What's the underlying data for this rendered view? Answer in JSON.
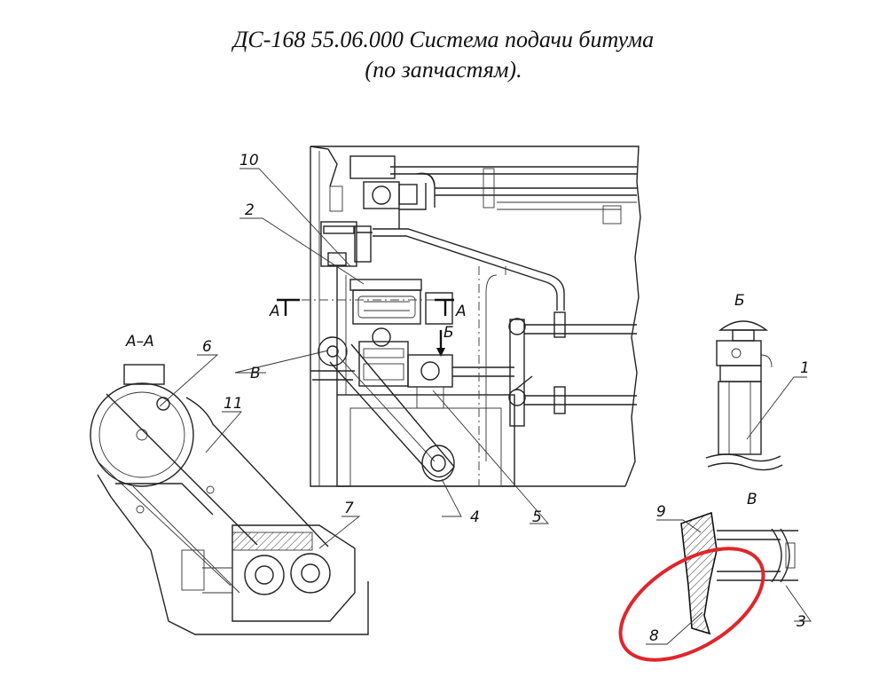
{
  "title": {
    "line1": "ДС-168 55.06.000 Система подачи битума",
    "line2": "(по запчастям)."
  },
  "section_labels": {
    "aa": "А–А",
    "a_left": "А",
    "a_right": "А",
    "b_top": "Б",
    "b_view": "Б",
    "v_view": "В",
    "v_arrow": "В"
  },
  "callouts": [
    "1",
    "2",
    "3",
    "4",
    "5",
    "6",
    "7",
    "8",
    "9",
    "10",
    "11"
  ],
  "highlight": {
    "color": "#e0262b"
  }
}
